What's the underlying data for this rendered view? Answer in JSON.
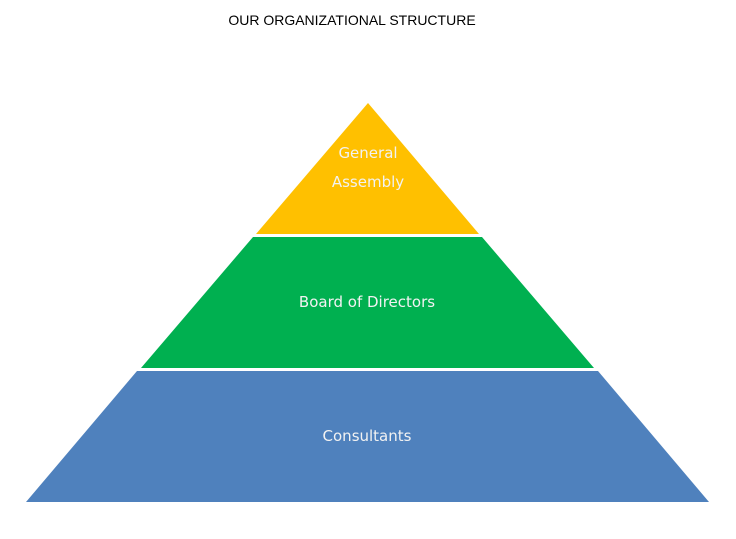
{
  "title": "OUR ORGANIZATIONAL STRUCTURE",
  "tiers": [
    {
      "name": "general-assembly",
      "lines": [
        "General",
        "Assembly"
      ],
      "color": "#FFC000"
    },
    {
      "name": "board-of-directors",
      "lines": [
        "Board of Directors"
      ],
      "color": "#00B050"
    },
    {
      "name": "consultants",
      "lines": [
        "Consultants"
      ],
      "color": "#4F81BD"
    }
  ]
}
